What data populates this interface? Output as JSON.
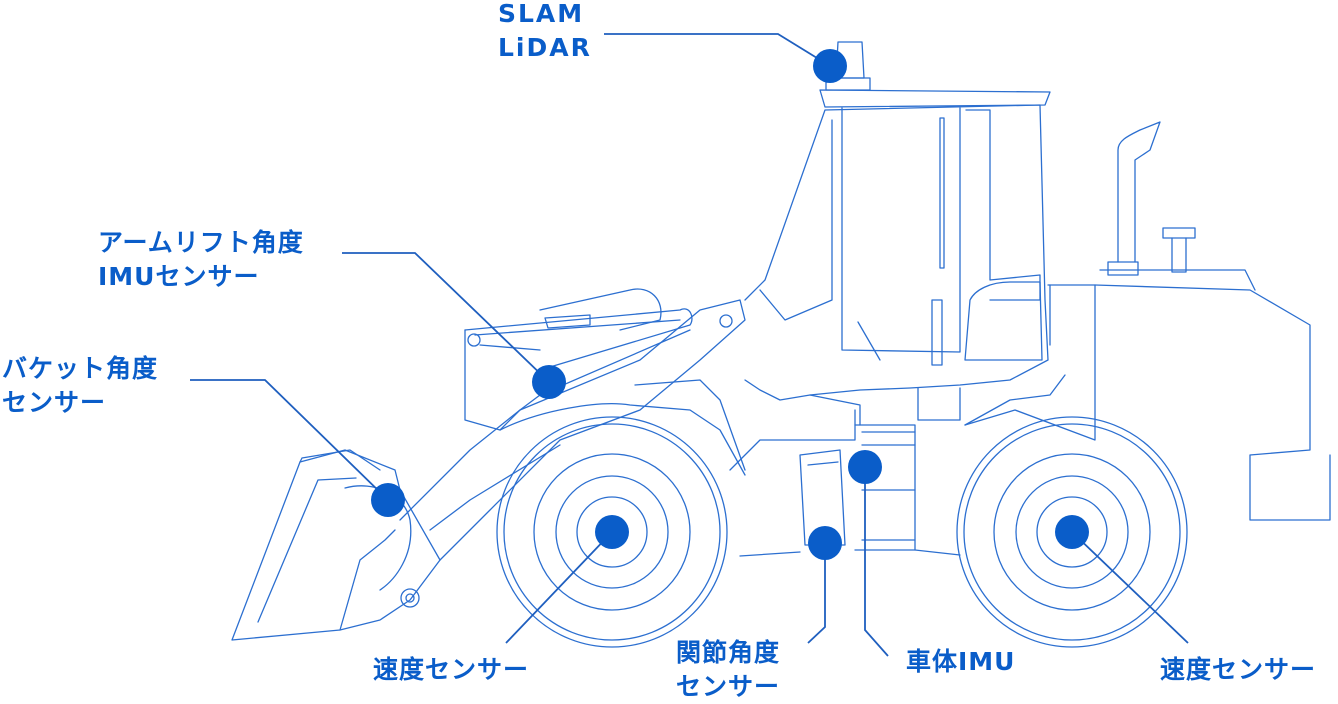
{
  "colors": {
    "accent": "#0a5dc9",
    "line_art": "#2c6fd0"
  },
  "labels": {
    "slam_lidar": [
      "SLAM",
      "LiDAR"
    ],
    "arm_lift": [
      "アームリフト角度",
      "IMUセンサー"
    ],
    "bucket": [
      "バケット角度",
      "センサー"
    ],
    "speed_front": [
      "速度センサー"
    ],
    "joint": [
      "関節角度",
      "センサー"
    ],
    "body_imu": [
      "車体IMU"
    ],
    "speed_rear": [
      "速度センサー"
    ]
  }
}
